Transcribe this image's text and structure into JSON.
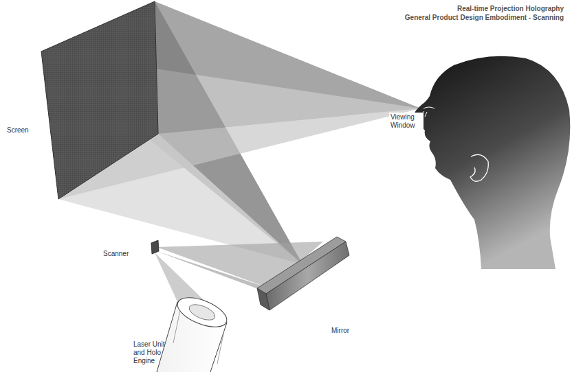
{
  "diagram": {
    "title": "Real-time Projection Holography",
    "labels": [
      "General Product Design Embodiment - Scanning",
      "Screen",
      "Viewing Window",
      "Scanner",
      "Mirror",
      "Laser Unit and Holo Engine"
    ]
  }
}
